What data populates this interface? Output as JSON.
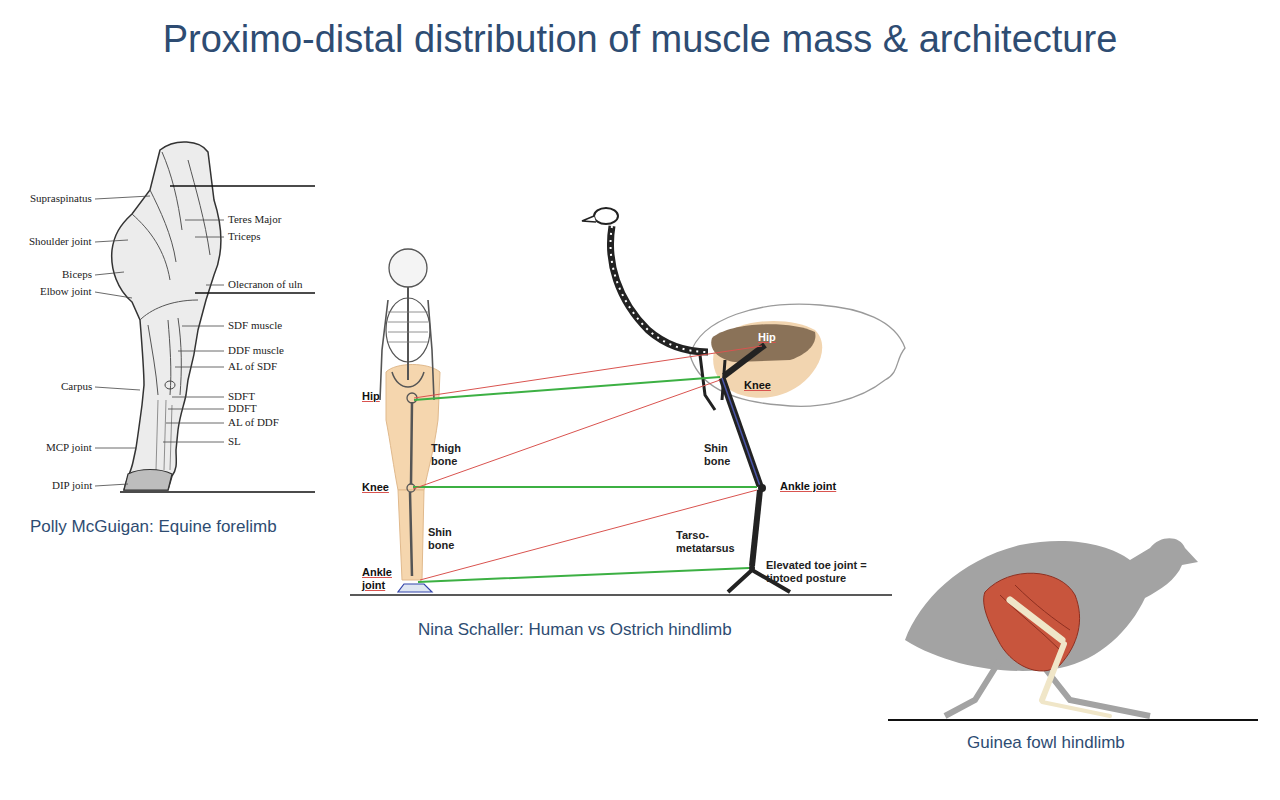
{
  "diagram": {
    "title": "Proximo-distal distribution of muscle mass & architecture",
    "labels": [
      "Supraspinatus",
      "Teres Major",
      "Triceps",
      "Shoulder joint",
      "Biceps",
      "Olecranon of uln",
      "Elbow joint",
      "SDF muscle",
      "DDF muscle",
      "AL of SDF",
      "Carpus",
      "SDFT",
      "DDFT",
      "AL of DDF",
      "SL",
      "MCP joint",
      "DIP joint",
      "Polly McGuigan:  Equine forelimb",
      "Hip",
      "Thigh bone",
      "Knee",
      "Shin bone",
      "Ankle joint",
      "Hip",
      "Knee",
      "Shin bone",
      "Ankle joint",
      "Tarso-metatarsus",
      "Elevated toe joint = tiptoed posture",
      "Nina Schaller:  Human vs Ostrich hindlimb",
      "Guinea fowl hindlimb"
    ]
  }
}
